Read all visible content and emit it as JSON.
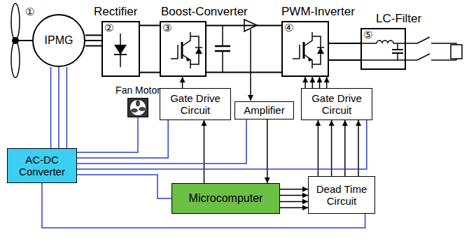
{
  "diagram": {
    "nodes": [
      {
        "text": [
          "IPMG"
        ]
      },
      {
        "text": [
          "Rectifier",
          "②"
        ]
      },
      {
        "text": [
          "Boost-Converter",
          "③"
        ]
      },
      {
        "text": [
          "PWM-Inverter",
          "④"
        ]
      },
      {
        "text": [
          "LC-Filter",
          "⑤"
        ]
      },
      {
        "text": [
          "Fan Motor"
        ]
      },
      {
        "text": [
          "Gate Drive Circuit"
        ]
      },
      {
        "text": [
          "Amplifier"
        ]
      },
      {
        "text": [
          "Gate Drive Circuit"
        ]
      },
      {
        "text": [
          "AC-DC Converter"
        ]
      },
      {
        "text": [
          "Microcomputer"
        ]
      },
      {
        "text": [
          "Dead Time Circuit"
        ]
      }
    ],
    "edges": [
      {
        "from": 0,
        "to": 1,
        "arrow": "none"
      },
      {
        "from": 1,
        "to": 2,
        "arrow": "none"
      },
      {
        "from": 2,
        "to": 3,
        "arrow": "none"
      },
      {
        "from": 3,
        "to": 4,
        "arrow": "none"
      },
      {
        "from": 6,
        "to": 2,
        "arrow": "to"
      },
      {
        "from": 8,
        "to": 3,
        "arrow": "to"
      },
      {
        "from": 7,
        "to": 10,
        "arrow": "to"
      },
      {
        "from": 10,
        "to": 6,
        "arrow": "to"
      },
      {
        "from": 10,
        "to": 11,
        "arrow": "to"
      },
      {
        "from": 11,
        "to": 8,
        "arrow": "to"
      },
      {
        "from": 0,
        "to": 9,
        "arrow": "none"
      },
      {
        "from": 9,
        "to": 5,
        "arrow": "none"
      },
      {
        "from": 9,
        "to": 6,
        "arrow": "none"
      },
      {
        "from": 9,
        "to": 7,
        "arrow": "none"
      },
      {
        "from": 9,
        "to": 8,
        "arrow": "none"
      },
      {
        "from": 9,
        "to": 10,
        "arrow": "none"
      },
      {
        "from": 9,
        "to": 11,
        "arrow": "none"
      }
    ],
    "labels": [
      "①"
    ]
  }
}
